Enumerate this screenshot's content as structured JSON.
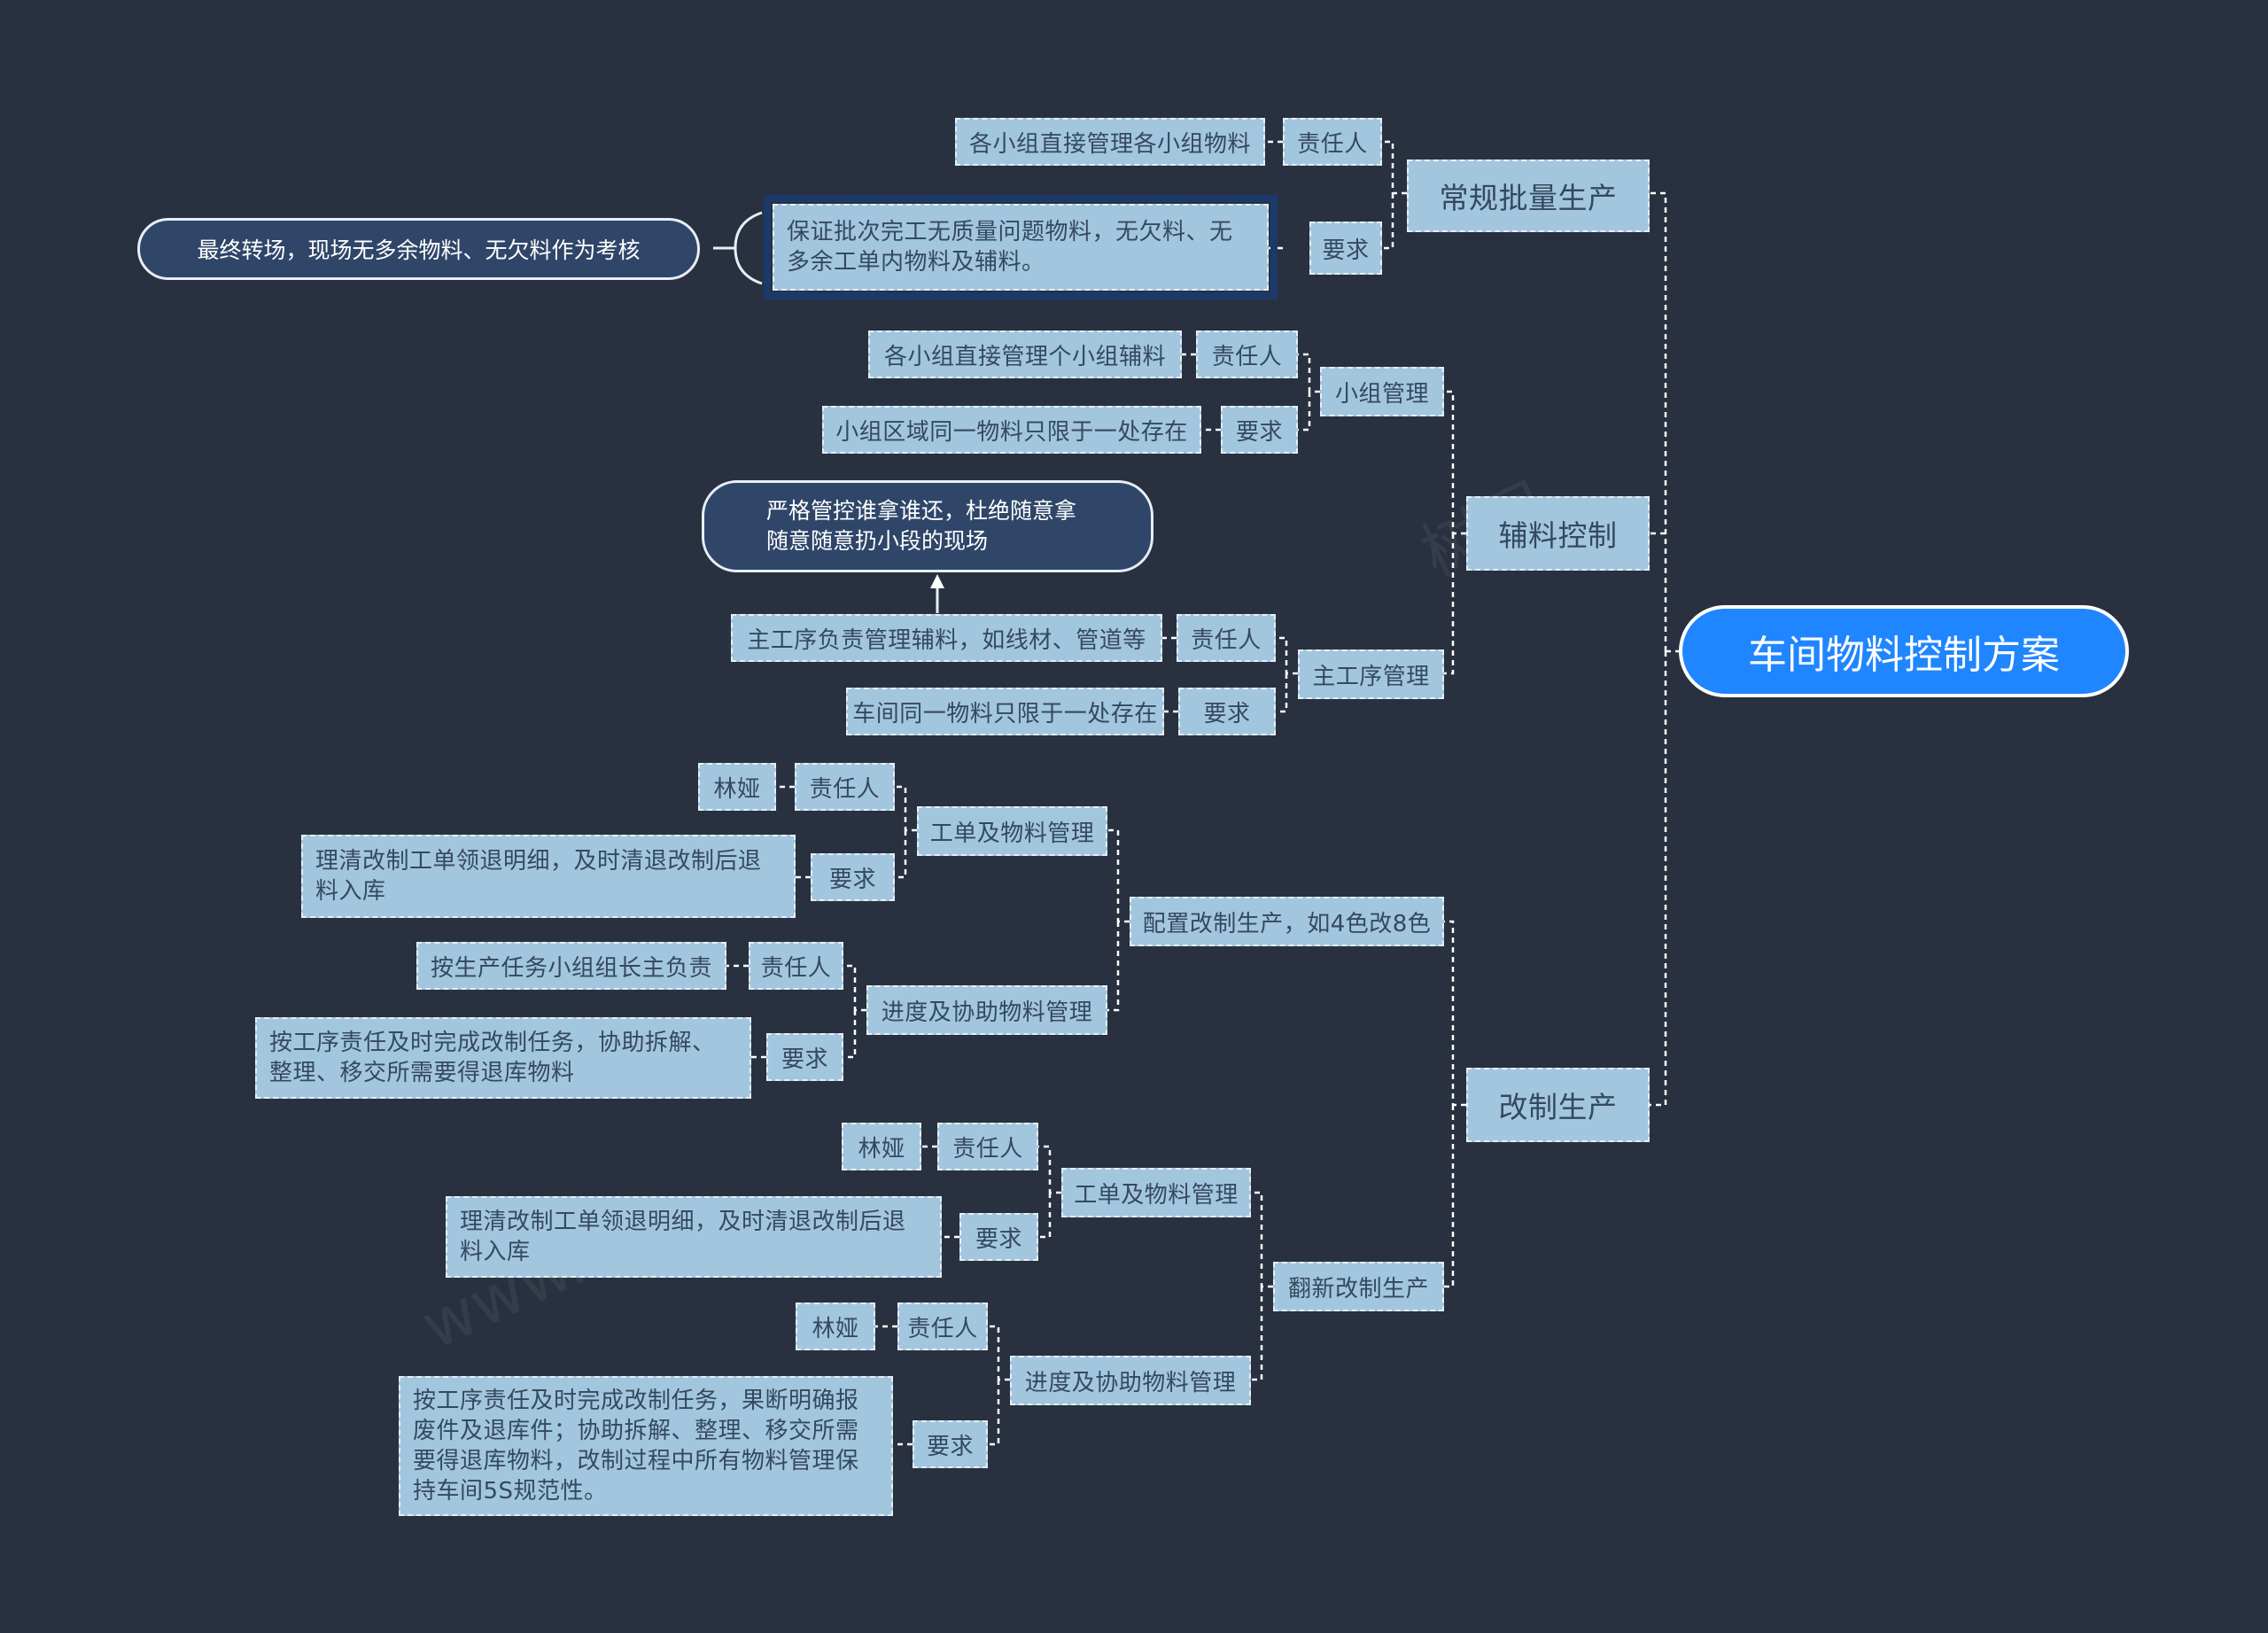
{
  "root": "车间物料控制方案",
  "regular": {
    "label": "常规批量生产",
    "owner_label": "责任人",
    "owner_text": "各小组直接管理各小组物料",
    "req_label": "要求",
    "req_text": "保证批次完工无质量问题物料，无欠料、无多余工单内物料及辅料。",
    "req_note": "最终转场，现场无多余物料、无欠料作为考核"
  },
  "aux": {
    "label": "辅料控制",
    "group": {
      "label": "小组管理",
      "owner_label": "责任人",
      "owner_text": "各小组直接管理个小组辅料",
      "req_label": "要求",
      "req_text": "小组区域同一物料只限于一处存在"
    },
    "main": {
      "label": "主工序管理",
      "owner_label": "责任人",
      "owner_text": "主工序负责管理辅料，如线材、管道等",
      "owner_note": "严格管控谁拿谁还，杜绝随意拿随意随意扔小段的现场",
      "req_label": "要求",
      "req_text": "车间同一物料只限于一处存在"
    }
  },
  "rework": {
    "label": "改制生产",
    "config": {
      "label": "配置改制生产，如4色改8色",
      "order": {
        "label": "工单及物料管理",
        "owner_label": "责任人",
        "owner_text": "林娅",
        "req_label": "要求",
        "req_text": "理清改制工单领退明细，及时清退改制后退料入库"
      },
      "progress": {
        "label": "进度及协助物料管理",
        "owner_label": "责任人",
        "owner_text": "按生产任务小组组长主负责",
        "req_label": "要求",
        "req_text": "按工序责任及时完成改制任务，协助拆解、整理、移交所需要得退库物料"
      }
    },
    "renew": {
      "label": "翻新改制生产",
      "order": {
        "label": "工单及物料管理",
        "owner_label": "责任人",
        "owner_text": "林娅",
        "req_label": "要求",
        "req_text": "理清改制工单领退明细，及时清退改制后退料入库"
      },
      "progress": {
        "label": "进度及协助物料管理",
        "owner_label": "责任人",
        "owner_text": "林娅",
        "req_label": "要求",
        "req_text": "按工序责任及时完成改制任务，果断明确报废件及退库件；协助拆解、整理、移交所需要得退库物料，改制过程中所有物料管理保持车间5S规范性。"
      }
    }
  },
  "colors": {
    "background": "#29303f",
    "node": "#a3c6df",
    "root": "#1f86ff",
    "note": "#2f4669",
    "line": "#ffffff"
  }
}
